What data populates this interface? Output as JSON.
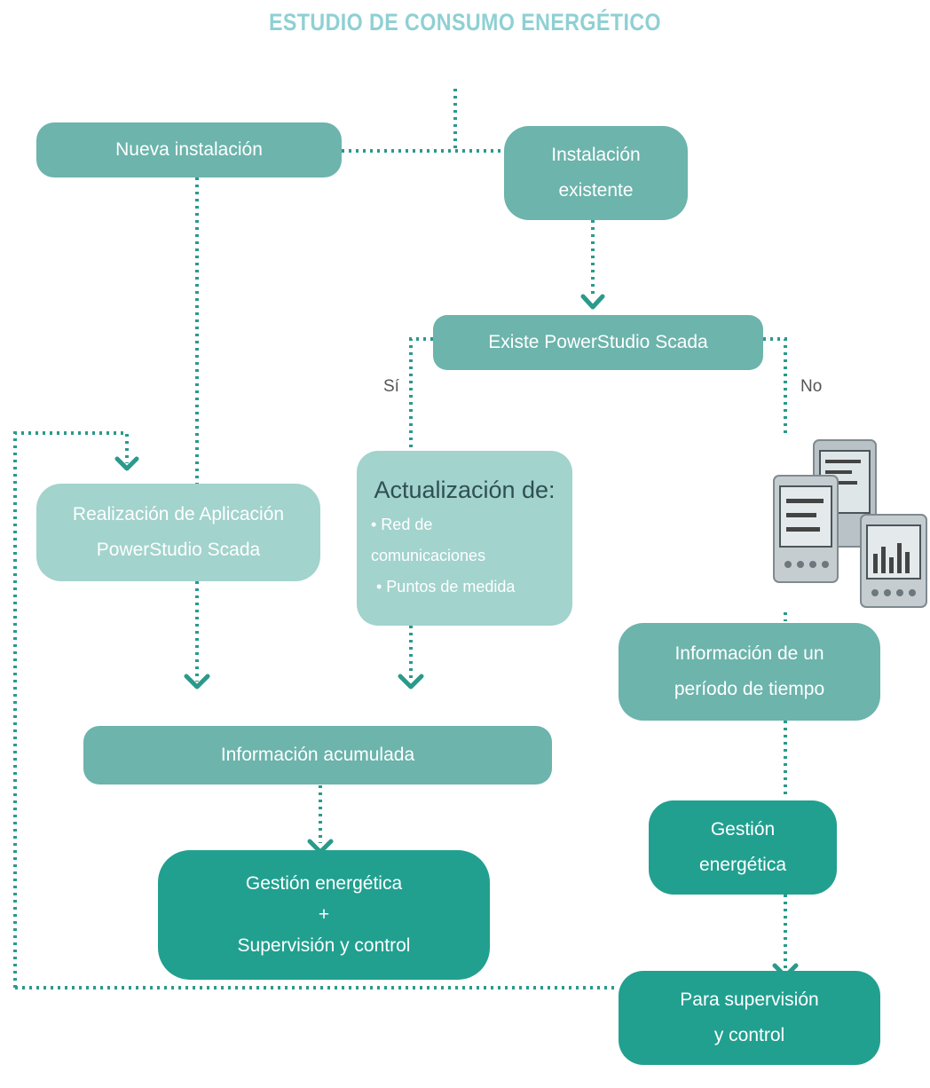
{
  "title": "ESTUDIO DE CONSUMO ENERGÉTICO",
  "nodes": {
    "nueva": "Nueva instalación",
    "existente": [
      "Instalación",
      "existente"
    ],
    "existe_ps": "Existe PowerStudio Scada",
    "realizacion": [
      "Realización de Aplicación",
      "PowerStudio Scada"
    ],
    "actualizacion": {
      "title": "Actualización de:",
      "items": [
        "• Red de",
        "comunicaciones",
        "• Puntos de medida"
      ]
    },
    "info_periodo": [
      "Información de un",
      "período de tiempo"
    ],
    "info_acumulada": "Información acumulada",
    "gestion_total": [
      "Gestión energética",
      "+",
      "Supervisión y control"
    ],
    "gestion": [
      "Gestión",
      "energética"
    ],
    "supervision": [
      "Para supervisión",
      "y control"
    ]
  },
  "edges": {
    "si": "Sí",
    "no": "No"
  },
  "colors": {
    "teal": "#6cb4ac",
    "light": "#a2d3cd",
    "dark": "#21a090",
    "dots": "#2a9a8c",
    "title": "#8fd0d3"
  },
  "illustration": "power-meters"
}
